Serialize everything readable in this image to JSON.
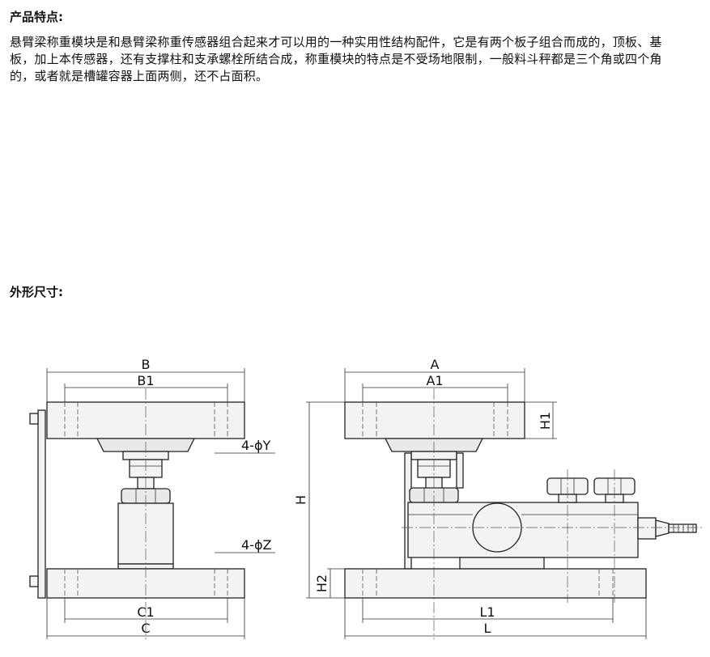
{
  "sections": {
    "features_title": "产品特点:",
    "features_text": "悬臂梁称重模块是和悬臂梁称重传感器组合起来才可以用的一种实用性结构配件，它是有两个板子组合而成的，顶板、基板，加上本传感器，还有支撑柱和支承螺栓所结合成，称重模块的特点是不受场地限制，一般料斗秤都是三个角或四个角的，或者就是槽罐容器上面两侧，还不占面积。",
    "dimensions_title": "外形尺寸:"
  },
  "drawing": {
    "labels": {
      "B": "B",
      "B1": "B1",
      "Y": "4-ϕY",
      "Z": "4-ϕZ",
      "C1": "C1",
      "C": "C",
      "A": "A",
      "A1": "A1",
      "H1": "H1",
      "H": "H",
      "H2": "H2",
      "L1": "L1",
      "L": "L"
    }
  }
}
